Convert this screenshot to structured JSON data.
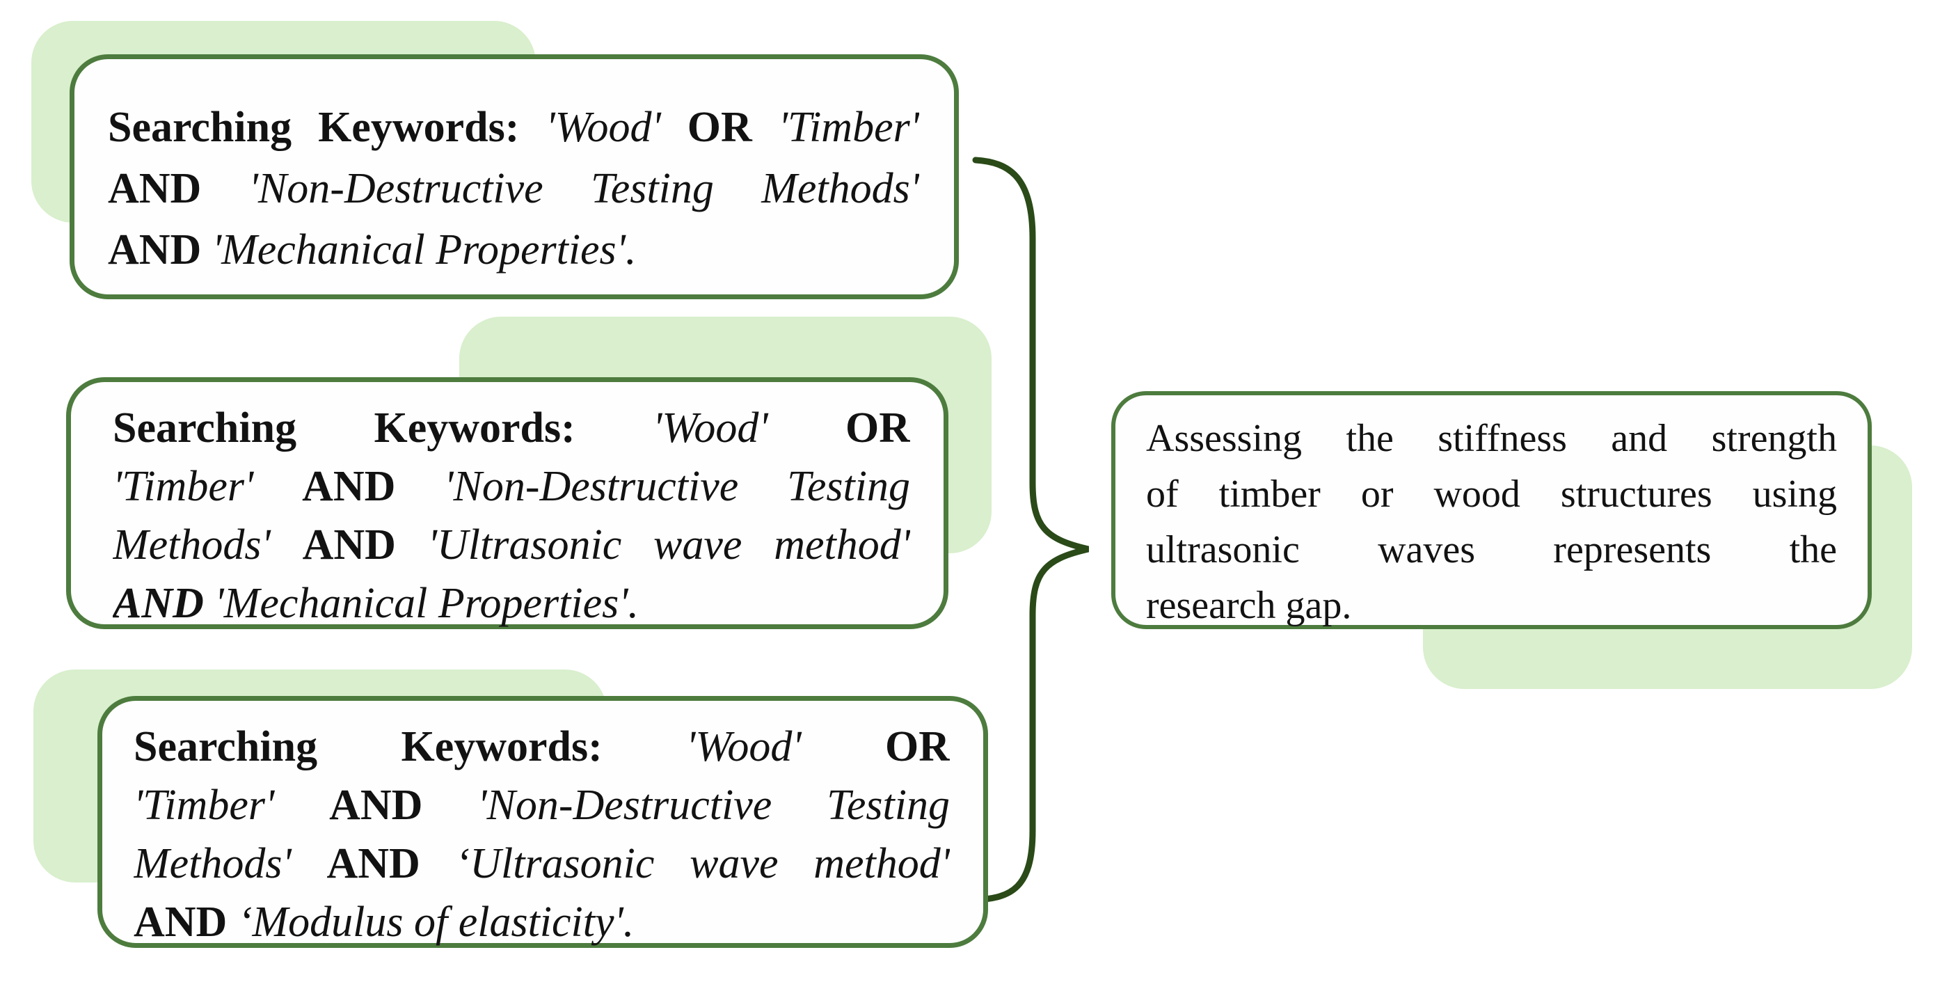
{
  "colors": {
    "box_border": "#4d7c3e",
    "brace": "#2a4a18",
    "shadow_fill": "#d9efcd",
    "text": "#121212",
    "box_background": "#ffffff"
  },
  "query_boxes": [
    {
      "name": "search-query-1",
      "lines": [
        [
          {
            "t": "Searching Keywords:",
            "b": 1
          },
          {
            "t": "'Wood'",
            "i": 1
          },
          {
            "t": "OR",
            "b": 1
          },
          {
            "t": "'Timber'",
            "i": 1
          }
        ],
        [
          {
            "t": "AND",
            "b": 1
          },
          {
            "t": "'Non-Destructive Testing Methods'",
            "i": 1
          }
        ],
        [
          {
            "t": "AND",
            "b": 1
          },
          {
            "t": "'Mechanical Properties'.",
            "i": 1
          }
        ]
      ]
    },
    {
      "name": "search-query-2",
      "lines": [
        [
          {
            "t": "Searching Keywords:",
            "b": 1
          },
          {
            "t": "'Wood'",
            "i": 1
          },
          {
            "t": "OR",
            "b": 1
          }
        ],
        [
          {
            "t": "'Timber'",
            "i": 1
          },
          {
            "t": "AND",
            "b": 1
          },
          {
            "t": "'Non-Destructive Testing",
            "i": 1
          }
        ],
        [
          {
            "t": "Methods'",
            "i": 1
          },
          {
            "t": "AND",
            "b": 1
          },
          {
            "t": "'Ultrasonic wave method'",
            "i": 1
          }
        ],
        [
          {
            "t": "AND",
            "b": 1,
            "i": 1
          },
          {
            "t": "'Mechanical Properties'.",
            "i": 1
          }
        ]
      ]
    },
    {
      "name": "search-query-3",
      "lines": [
        [
          {
            "t": "Searching Keywords:",
            "b": 1
          },
          {
            "t": "'Wood'",
            "i": 1
          },
          {
            "t": "OR",
            "b": 1
          }
        ],
        [
          {
            "t": "'Timber'",
            "i": 1
          },
          {
            "t": "AND",
            "b": 1
          },
          {
            "t": "'Non-Destructive Testing",
            "i": 1
          }
        ],
        [
          {
            "t": "Methods'",
            "i": 1
          },
          {
            "t": "AND",
            "b": 1
          },
          {
            "t": "‘Ultrasonic wave method'",
            "i": 1
          }
        ],
        [
          {
            "t": "AND",
            "b": 1
          },
          {
            "t": "‘Modulus of elasticity'.",
            "i": 1
          }
        ]
      ]
    }
  ],
  "result_box": {
    "name": "research-gap",
    "lines": [
      [
        {
          "t": "Assessing the stiffness and strength"
        }
      ],
      [
        {
          "t": "of timber or wood structures using"
        }
      ],
      [
        {
          "t": "ultrasonic waves represents the"
        }
      ],
      [
        {
          "t": "research gap."
        }
      ]
    ]
  }
}
